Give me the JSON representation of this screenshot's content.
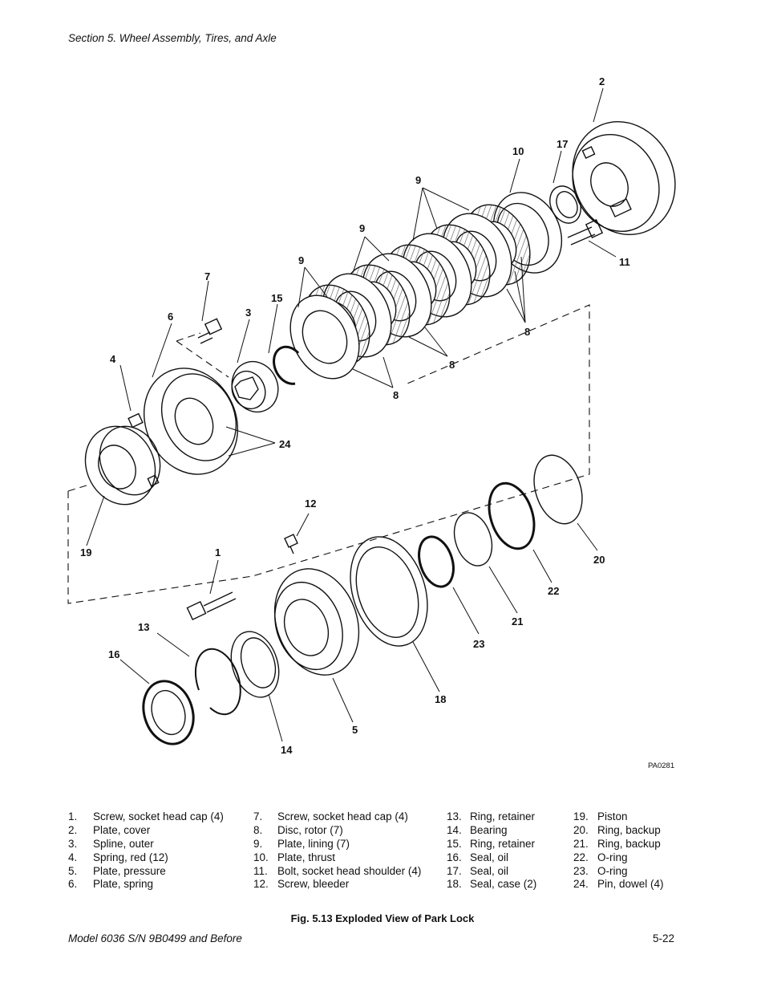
{
  "header": {
    "section_title": "Section 5.   Wheel Assembly, Tires, and Axle"
  },
  "figure": {
    "diagram_code": "PA0281",
    "callouts": [
      "2",
      "17",
      "10",
      "9",
      "9",
      "9",
      "11",
      "7",
      "15",
      "6",
      "3",
      "4",
      "8",
      "8",
      "8",
      "24",
      "12",
      "19",
      "1",
      "20",
      "22",
      "13",
      "21",
      "23",
      "16",
      "18",
      "5",
      "14"
    ],
    "caption": "Fig. 5.13 Exploded View of Park Lock"
  },
  "legend": {
    "columns": [
      [
        {
          "num": "1.",
          "text": "Screw, socket head cap (4)"
        },
        {
          "num": "2.",
          "text": "Plate, cover"
        },
        {
          "num": "3.",
          "text": "Spline, outer"
        },
        {
          "num": "4.",
          "text": "Spring, red (12)"
        },
        {
          "num": "5.",
          "text": "Plate, pressure"
        },
        {
          "num": "6.",
          "text": "Plate, spring"
        }
      ],
      [
        {
          "num": "7.",
          "text": "Screw, socket head cap (4)"
        },
        {
          "num": "8.",
          "text": "Disc, rotor (7)"
        },
        {
          "num": "9.",
          "text": "Plate, lining (7)"
        },
        {
          "num": "10.",
          "text": "Plate, thrust"
        },
        {
          "num": "11.",
          "text": "Bolt, socket head shoulder (4)"
        },
        {
          "num": "12.",
          "text": "Screw, bleeder"
        }
      ],
      [
        {
          "num": "13.",
          "text": "Ring, retainer"
        },
        {
          "num": "14.",
          "text": "Bearing"
        },
        {
          "num": "15.",
          "text": "Ring, retainer"
        },
        {
          "num": "16.",
          "text": "Seal, oil"
        },
        {
          "num": "17.",
          "text": "Seal, oil"
        },
        {
          "num": "18.",
          "text": "Seal, case (2)"
        }
      ],
      [
        {
          "num": "19.",
          "text": "Piston"
        },
        {
          "num": "20.",
          "text": "Ring, backup"
        },
        {
          "num": "21.",
          "text": "Ring, backup"
        },
        {
          "num": "22.",
          "text": "O-ring"
        },
        {
          "num": "23.",
          "text": "O-ring"
        },
        {
          "num": "24.",
          "text": "Pin, dowel (4)"
        }
      ]
    ]
  },
  "footer": {
    "model": "Model 6036 S/N 9B0499 and Before",
    "page": "5-22"
  }
}
